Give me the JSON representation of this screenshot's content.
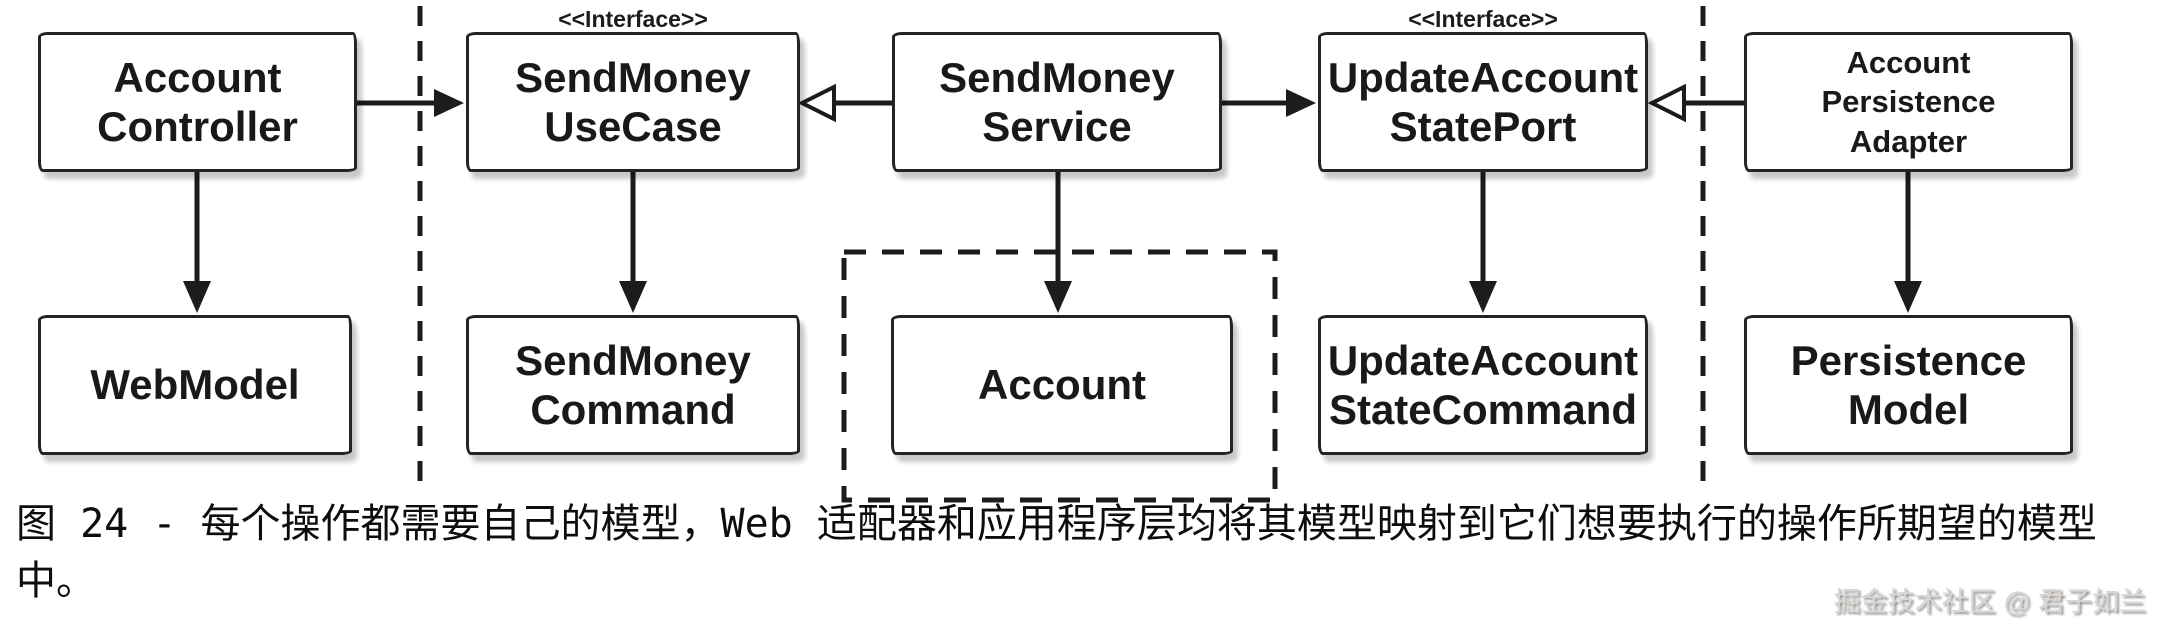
{
  "colors": {
    "ink": "#1c1c1c",
    "node_fill": "#ffffff",
    "shadow": "rgba(0,0,0,0.22)",
    "watermark": "#d9d6d3",
    "background": "#ffffff"
  },
  "diagram": {
    "boxes": [
      {
        "id": "account-controller",
        "label": "Account\nController"
      },
      {
        "id": "send-money-use-case",
        "stereotype": "<<Interface>>",
        "label": "SendMoney\nUseCase"
      },
      {
        "id": "send-money-service",
        "label": "SendMoney\nService"
      },
      {
        "id": "update-account-state-port",
        "stereotype": "<<Interface>>",
        "label": "UpdateAccount\nStatePort"
      },
      {
        "id": "account-persistence-adapter",
        "label": "Account\nPersistence\nAdapter"
      },
      {
        "id": "web-model",
        "label": "WebModel"
      },
      {
        "id": "send-money-command",
        "label": "SendMoney\nCommand"
      },
      {
        "id": "account",
        "label": "Account"
      },
      {
        "id": "update-account-state-command",
        "label": "UpdateAccount\nStateCommand"
      },
      {
        "id": "persistence-model",
        "label": "Persistence\nModel"
      }
    ]
  },
  "caption": {
    "text": "图 24 - 每个操作都需要自己的模型，Web 适配器和应用程序层均将其模型映射到它们想要执行的操作所期望的模型中。"
  },
  "watermark": {
    "text": "掘金技术社区 @ 君子如兰"
  }
}
